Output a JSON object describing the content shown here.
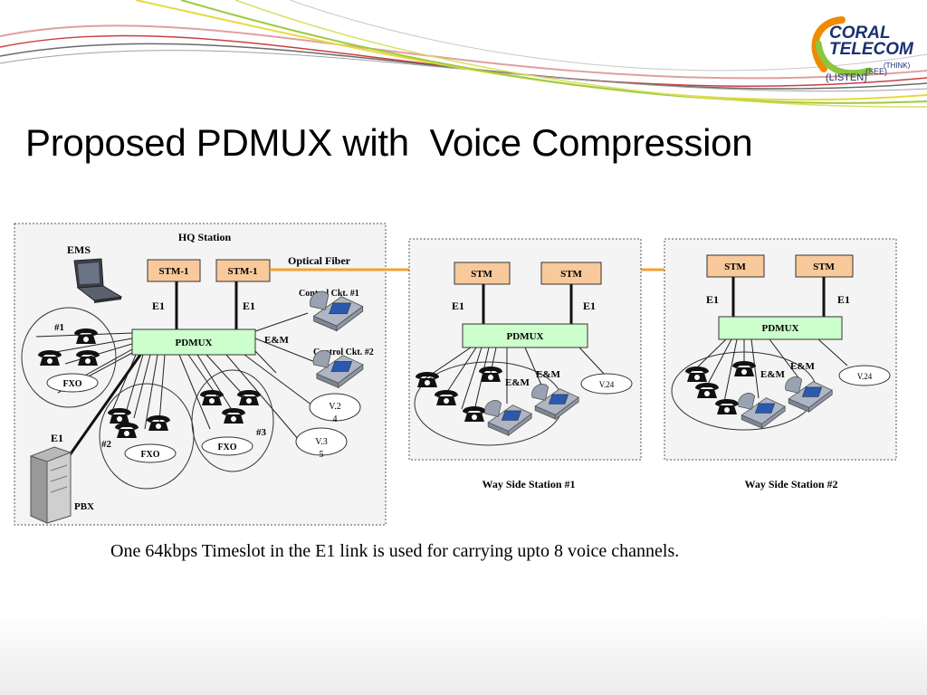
{
  "slide": {
    "title": "Proposed PDMUX with  Voice Compression",
    "caption": "One 64kbps Timeslot in the E1 link is used for carrying upto 8 voice channels."
  },
  "logo": {
    "line1": "CORAL",
    "line2": "TELECOM",
    "tag_listen": "(LISTEN)",
    "tag_see": "(SEE)",
    "tag_think": "(THINK)"
  },
  "hq": {
    "title": "HQ Station",
    "ems": "EMS",
    "stm_a": "STM-1",
    "stm_b": "STM-1",
    "e1_a": "E1",
    "e1_b": "E1",
    "pdmux": "PDMUX",
    "em": "E&M",
    "ctrl1": "Control Ckt. #1",
    "ctrl2": "Control Ckt. #2",
    "v24_a": "V.2",
    "v24_b": "4",
    "v35_a": "V.3",
    "v35_b": "5",
    "g1": "#1",
    "g2": "#2",
    "g3": "#3",
    "fxo1": "FXO",
    "fxo2": "FXO",
    "fxo3": "FXO",
    "pbx_e1": "E1",
    "pbx": "PBX"
  },
  "link": {
    "label": "Optical Fiber"
  },
  "ws1": {
    "stm_a": "STM",
    "stm_b": "STM",
    "e1_a": "E1",
    "e1_b": "E1",
    "pdmux": "PDMUX",
    "em_a": "E&M",
    "em_b": "E&M",
    "v24": "V.24",
    "name": "Way Side Station #1"
  },
  "ws2": {
    "stm_a": "STM",
    "stm_b": "STM",
    "e1_a": "E1",
    "e1_b": "E1",
    "pdmux": "PDMUX",
    "em_a": "E&M",
    "em_b": "E&M",
    "v24": "V.24",
    "name": "Way Side Station #2"
  },
  "colors": {
    "stm_fill": "#f8c99b",
    "pdmux_fill": "#ccffcc",
    "fiber": "#f4a030",
    "panel_bg": "#f4f4f4",
    "logo_orange": "#f08a00",
    "logo_green": "#8cc63f",
    "logo_navy": "#1a3070"
  }
}
